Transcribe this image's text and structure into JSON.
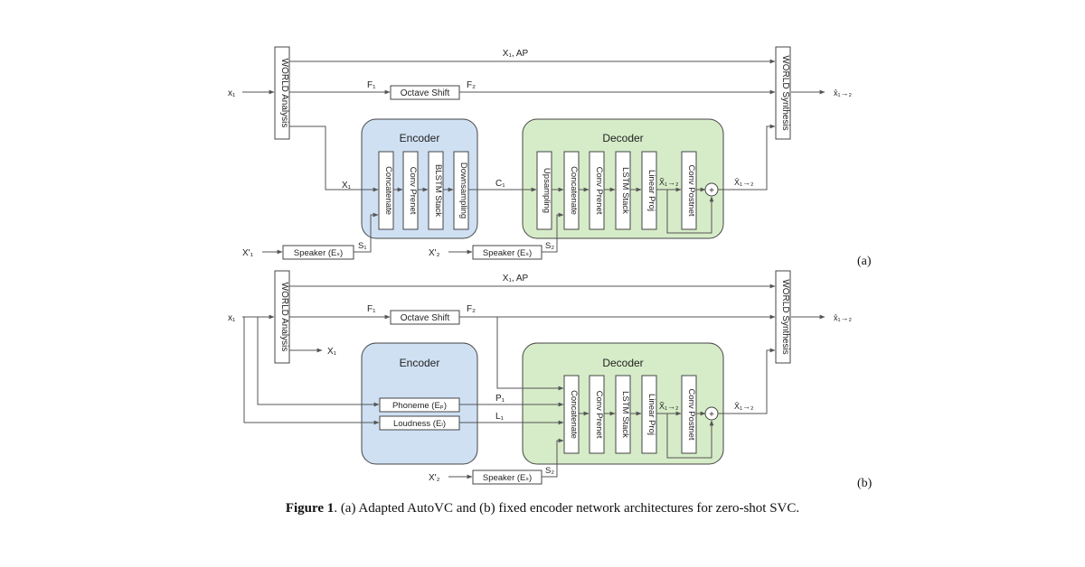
{
  "caption": {
    "figure_label": "Figure 1",
    "text": ". (a) Adapted AutoVC and (b) fixed encoder network architectures for zero-shot SVC."
  },
  "colors": {
    "encoder_fill": "#cfe0f3",
    "decoder_fill": "#d6ecc8",
    "line": "#555555"
  },
  "panel_a": {
    "label": "(a)",
    "world_analysis": "WORLD Analysis",
    "world_synthesis": "WORLD Synthesis",
    "input": "x₁",
    "output": "x̂₁→₂",
    "ap_signal": "X₁, AP",
    "f1": "F₁",
    "f2": "F₂",
    "octave_shift": "Octave Shift",
    "encoder_title": "Encoder",
    "decoder_title": "Decoder",
    "x1_feature": "X₁",
    "encoder_blocks": [
      "Concatenate",
      "Conv Prenet",
      "BLSTM Stack",
      "Downsampling"
    ],
    "c1": "C₁",
    "decoder_blocks": [
      "Upsampling",
      "Concatenate",
      "Conv Prenet",
      "LSTM Stack",
      "Linear Proj"
    ],
    "x_tilde": "X̃₁→₂",
    "postnet": "Conv Postnet",
    "plus": "+",
    "x_bar": "X̄₁→₂",
    "ref1": "X'₁",
    "speaker1": "Speaker (Eₛ)",
    "s1": "S₁",
    "ref2": "X'₂",
    "speaker2": "Speaker (Eₛ)",
    "s2": "S₂"
  },
  "panel_b": {
    "label": "(b)",
    "world_analysis": "WORLD Analysis",
    "world_synthesis": "WORLD Synthesis",
    "input": "x₁",
    "output": "x̂₁→₂",
    "ap_signal": "X₁, AP",
    "f1": "F₁",
    "f2": "F₂",
    "octave_shift": "Octave Shift",
    "x1_feature": "X₁",
    "encoder_title": "Encoder",
    "decoder_title": "Decoder",
    "phoneme": "Phoneme (Eₚ)",
    "loudness": "Loudness (Eₗ)",
    "p1": "P₁",
    "l1": "L₁",
    "decoder_blocks": [
      "Concatenate",
      "Conv Prenet",
      "LSTM Stack",
      "Linear Proj"
    ],
    "x_tilde": "X̃₁→₂",
    "postnet": "Conv Postnet",
    "plus": "+",
    "x_bar": "X̄₁→₂",
    "ref2": "X'₂",
    "speaker2": "Speaker (Eₛ)",
    "s2": "S₂"
  }
}
